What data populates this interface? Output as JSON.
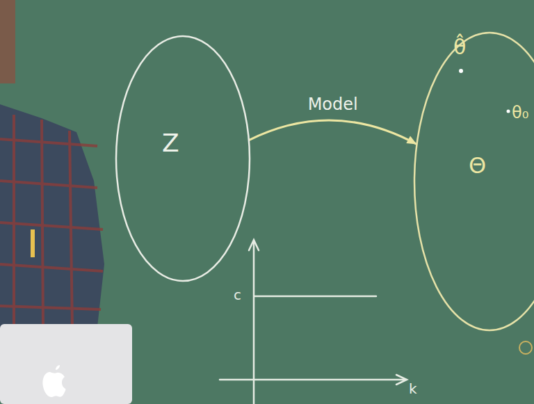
{
  "diagram": {
    "nodes": [
      {
        "text": [
          "Z"
        ]
      },
      {
        "text": [
          "θ̂",
          "θ₀",
          "Θ"
        ]
      }
    ],
    "edges": [
      {
        "from": 0,
        "to": 1,
        "label": "Model",
        "arrow": "to"
      }
    ],
    "labels": [
      "c",
      "k"
    ]
  }
}
